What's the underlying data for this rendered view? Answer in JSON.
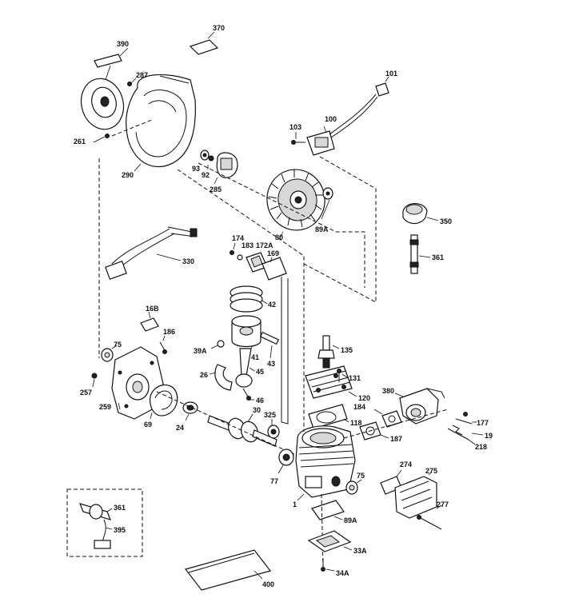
{
  "labels": {
    "l370": "370",
    "l390": "390",
    "l287": "287",
    "l261": "261",
    "l290": "290",
    "l93": "93",
    "l92": "92",
    "l285": "285",
    "l101": "101",
    "l103": "103",
    "l100": "100",
    "l350": "350",
    "l89a_top": "89A",
    "l80": "80",
    "l361_top": "361",
    "l330": "330",
    "l174": "174",
    "l183": "183",
    "l172a": "172A",
    "l169": "169",
    "l42": "42",
    "l16b": "16B",
    "l186": "186",
    "l75_left": "75",
    "l39a": "39A",
    "l41": "41",
    "l26": "26",
    "l45": "45",
    "l43": "43",
    "l257": "257",
    "l259": "259",
    "l69": "69",
    "l24": "24",
    "l46": "46",
    "l135": "135",
    "l131": "131",
    "l120": "120",
    "l380": "380",
    "l30": "30",
    "l325": "325",
    "l118": "118",
    "l184": "184",
    "l187": "187",
    "l177": "177",
    "l19": "19",
    "l218": "218",
    "l77": "77",
    "l75_right": "75",
    "l274": "274",
    "l275": "275",
    "l277": "277",
    "l1": "1",
    "l361_box": "361",
    "l395": "395",
    "l89a_bot": "89A",
    "l33a": "33A",
    "l34a": "34A",
    "l400": "400"
  },
  "colors": {
    "ink": "#111111",
    "paper": "#ffffff"
  }
}
